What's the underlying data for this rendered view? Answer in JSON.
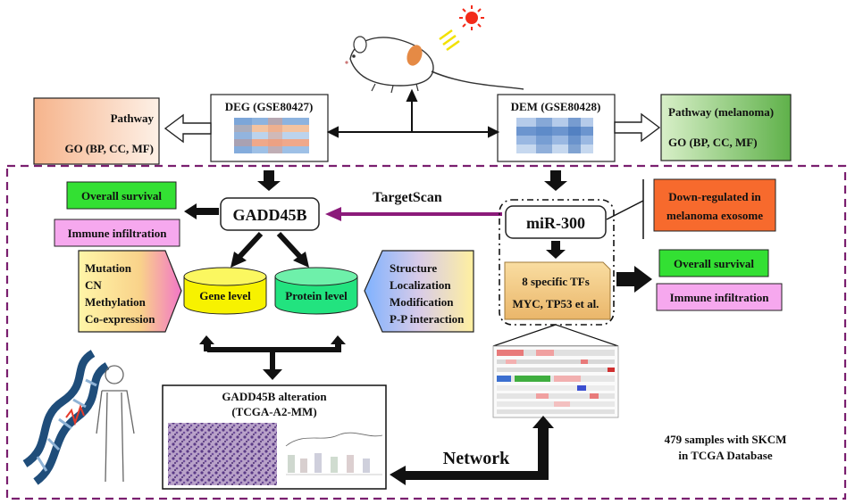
{
  "deg": {
    "label": "DEG (GSE80427)"
  },
  "dem": {
    "label": "DEM (GSE80428)"
  },
  "pathway_left": {
    "line1": "Pathway",
    "line2": "GO (BP, CC, MF)"
  },
  "pathway_right": {
    "line1": "Pathway (melanoma)",
    "line2": "GO (BP, CC, MF)"
  },
  "gadd45b": {
    "label": "GADD45B"
  },
  "targetscan": {
    "label": "TargetScan"
  },
  "mir300": {
    "label": "miR-300"
  },
  "exosome": {
    "line1": "Down-regulated in",
    "line2": "melanoma exosome"
  },
  "left_outcomes": {
    "survival": "Overall survival",
    "immune": "Immune infiltration"
  },
  "right_outcomes": {
    "survival": "Overall survival",
    "immune": "Immune infiltration"
  },
  "gene_analyses": [
    "Mutation",
    "CN",
    "Methylation",
    "Co-expression"
  ],
  "protein_analyses": [
    "Structure",
    "Localization",
    "Modification",
    "P-P interaction"
  ],
  "gene_level": {
    "label": "Gene level"
  },
  "protein_level": {
    "label": "Protein level"
  },
  "tfs": {
    "line1": "8 specific TFs",
    "line2": "MYC, TP53 et al."
  },
  "alteration": {
    "line1": "GADD45B alteration",
    "line2": "(TCGA-A2-MM)"
  },
  "network": {
    "label": "Network"
  },
  "cohort": {
    "line1": "479 samples with SKCM",
    "line2": "in TCGA Database"
  },
  "colors": {
    "green_box": "#33e033",
    "pink_box": "#f6a8ee",
    "orange_box": "#f76a2d",
    "gene_cyl": "#f7f200",
    "protein_cyl": "#22e37f",
    "purple_arrow": "#8b1a7a",
    "dashed_border": "#7a1f6f",
    "tf_box": "#f3cf8a"
  },
  "icons": [
    "mouse-icon",
    "sun-icon",
    "dna-helix-icon",
    "human-silhouette-icon",
    "heatmap-icon",
    "histology-image-icon",
    "oncoprint-icon"
  ]
}
